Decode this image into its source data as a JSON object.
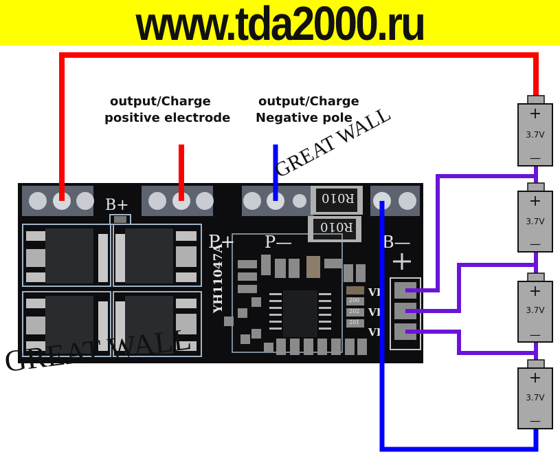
{
  "banner": {
    "url_text": "www.tda2000.ru",
    "background": "#ffff00"
  },
  "labels": {
    "positive": {
      "line1": "output/Charge",
      "line2": "positive electrode"
    },
    "negative": {
      "line1": "output/Charge",
      "line2": "Negative pole"
    }
  },
  "pcb": {
    "model": "YH11047A",
    "terminals": {
      "b_plus": "B+",
      "p_plus": "P+",
      "p_minus": "P—",
      "b_minus": "B—"
    },
    "shunt_resistors": [
      "R010",
      "R010"
    ],
    "balance_pins": [
      "VI",
      "VI",
      "VI"
    ],
    "small_resistors": [
      "200",
      "202",
      "201"
    ]
  },
  "batteries": [
    {
      "voltage": "3.7V",
      "plus": "+",
      "minus": "—"
    },
    {
      "voltage": "3.7V",
      "plus": "+",
      "minus": "—"
    },
    {
      "voltage": "3.7V",
      "plus": "+",
      "minus": "—"
    },
    {
      "voltage": "3.7V",
      "plus": "+",
      "minus": "—"
    }
  ],
  "watermarks": [
    "GREAT WALL",
    "GREAT WALL"
  ],
  "colors": {
    "positive_wire": "#ff0000",
    "negative_wire": "#0000ff",
    "balance_wire": "#6a14d8",
    "pcb": "#0d0d0f",
    "battery_fill": "#a9a9a9"
  }
}
